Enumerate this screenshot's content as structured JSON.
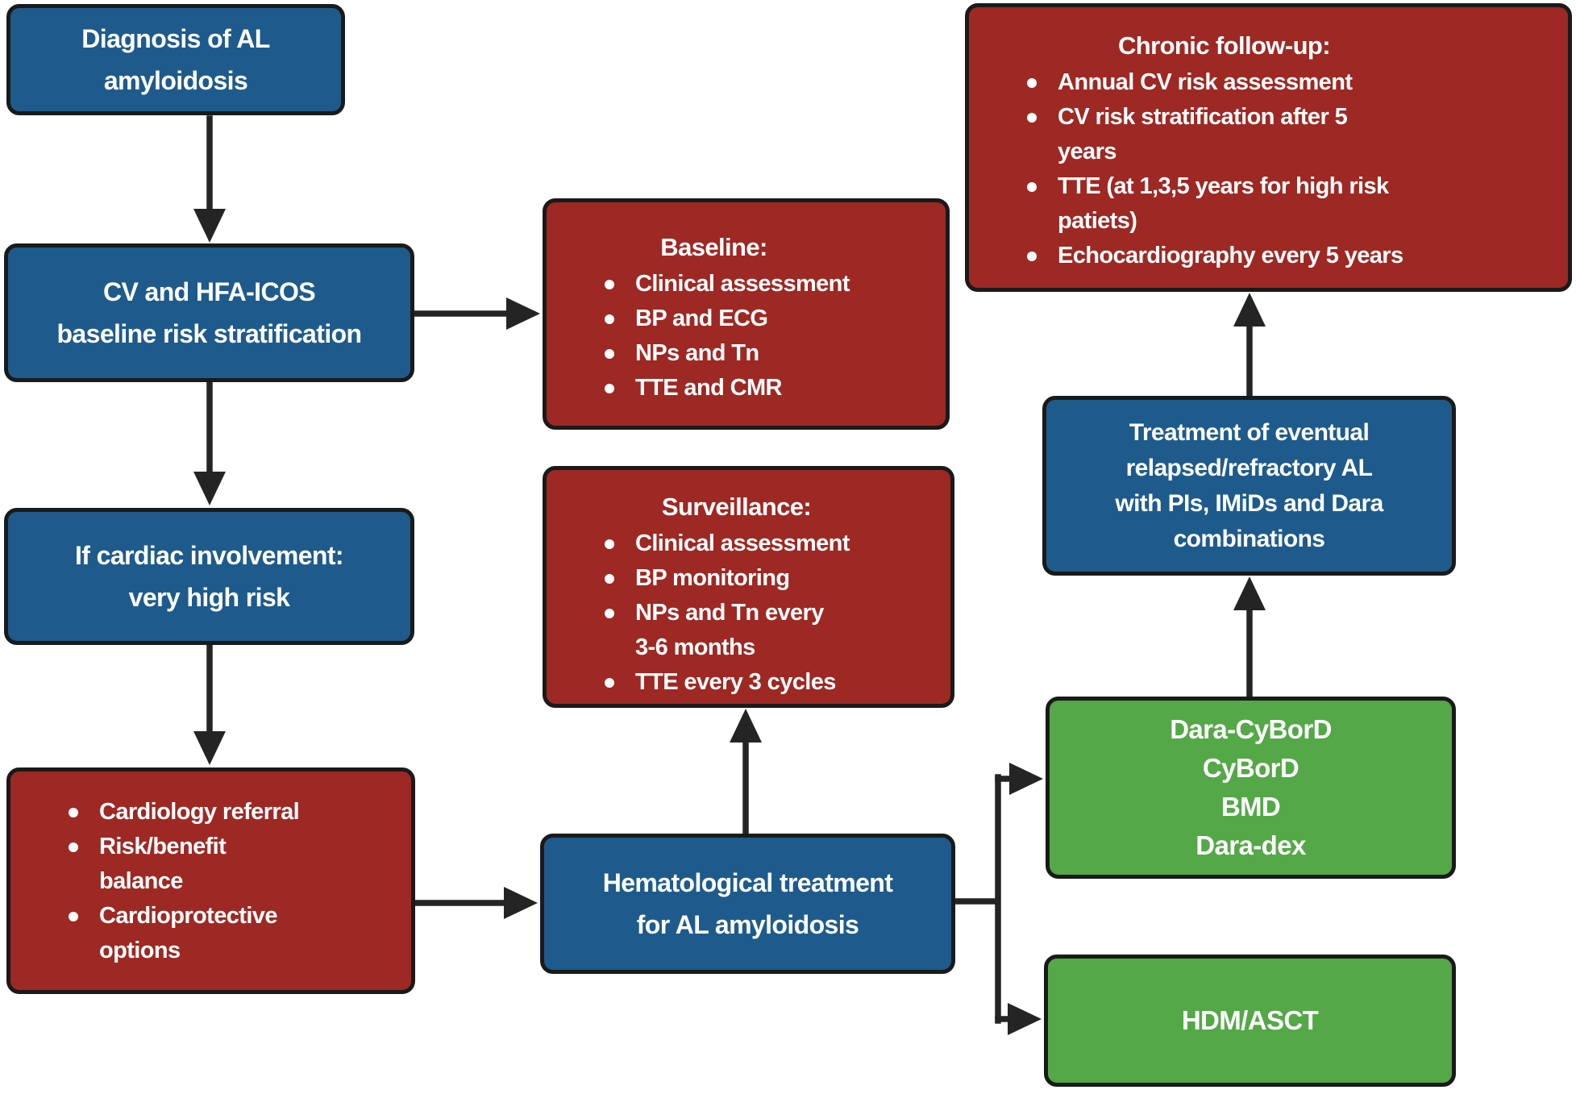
{
  "figure": {
    "type": "flowchart",
    "topic": "Cardiovascular management pathway for AL amyloidosis"
  },
  "colors": {
    "blue": "#1e5b8c",
    "red": "#9e2823",
    "green": "#54a847",
    "border": "#1a1a1a",
    "arrow": "#242424",
    "text": "#ffffff",
    "bg": "#ffffff"
  },
  "boxes": {
    "diagnosis": {
      "text": "Diagnosis of AL\namyloidosis"
    },
    "risk_stratification": {
      "text": "CV and HFA-ICOS\nbaseline risk stratification"
    },
    "cardiac_involvement": {
      "text": "If cardiac involvement:\nvery high risk"
    },
    "cardiology_actions": {
      "items": [
        "Cardiology referral",
        "Risk/benefit\nbalance",
        "Cardioprotective\noptions"
      ]
    },
    "baseline": {
      "title": "Baseline:",
      "items": [
        "Clinical assessment",
        "BP and ECG",
        "NPs and Tn",
        "TTE and CMR"
      ]
    },
    "surveillance": {
      "title": "Surveillance:",
      "items": [
        "Clinical assessment",
        "BP monitoring",
        "NPs and Tn every\n3-6 months",
        "TTE every 3 cycles"
      ]
    },
    "chronic_follow_up": {
      "title": "Chronic follow-up:",
      "items": [
        "Annual CV risk assessment",
        "CV risk stratification after 5\nyears",
        "TTE (at 1,3,5 years for high risk\npatiets)",
        "Echocardiography every 5 years"
      ]
    },
    "hematological_treatment": {
      "text": "Hematological treatment\nfor AL amyloidosis"
    },
    "relapse_treatment": {
      "text": "Treatment of eventual\nrelapsed/refractory AL\nwith PIs, IMiDs and Dara\ncombinations"
    },
    "first_line_regimens": {
      "text": "Dara-CyBorD\nCyBorD\nBMD\nDara-dex"
    },
    "transplant": {
      "text": "HDM/ASCT"
    }
  }
}
